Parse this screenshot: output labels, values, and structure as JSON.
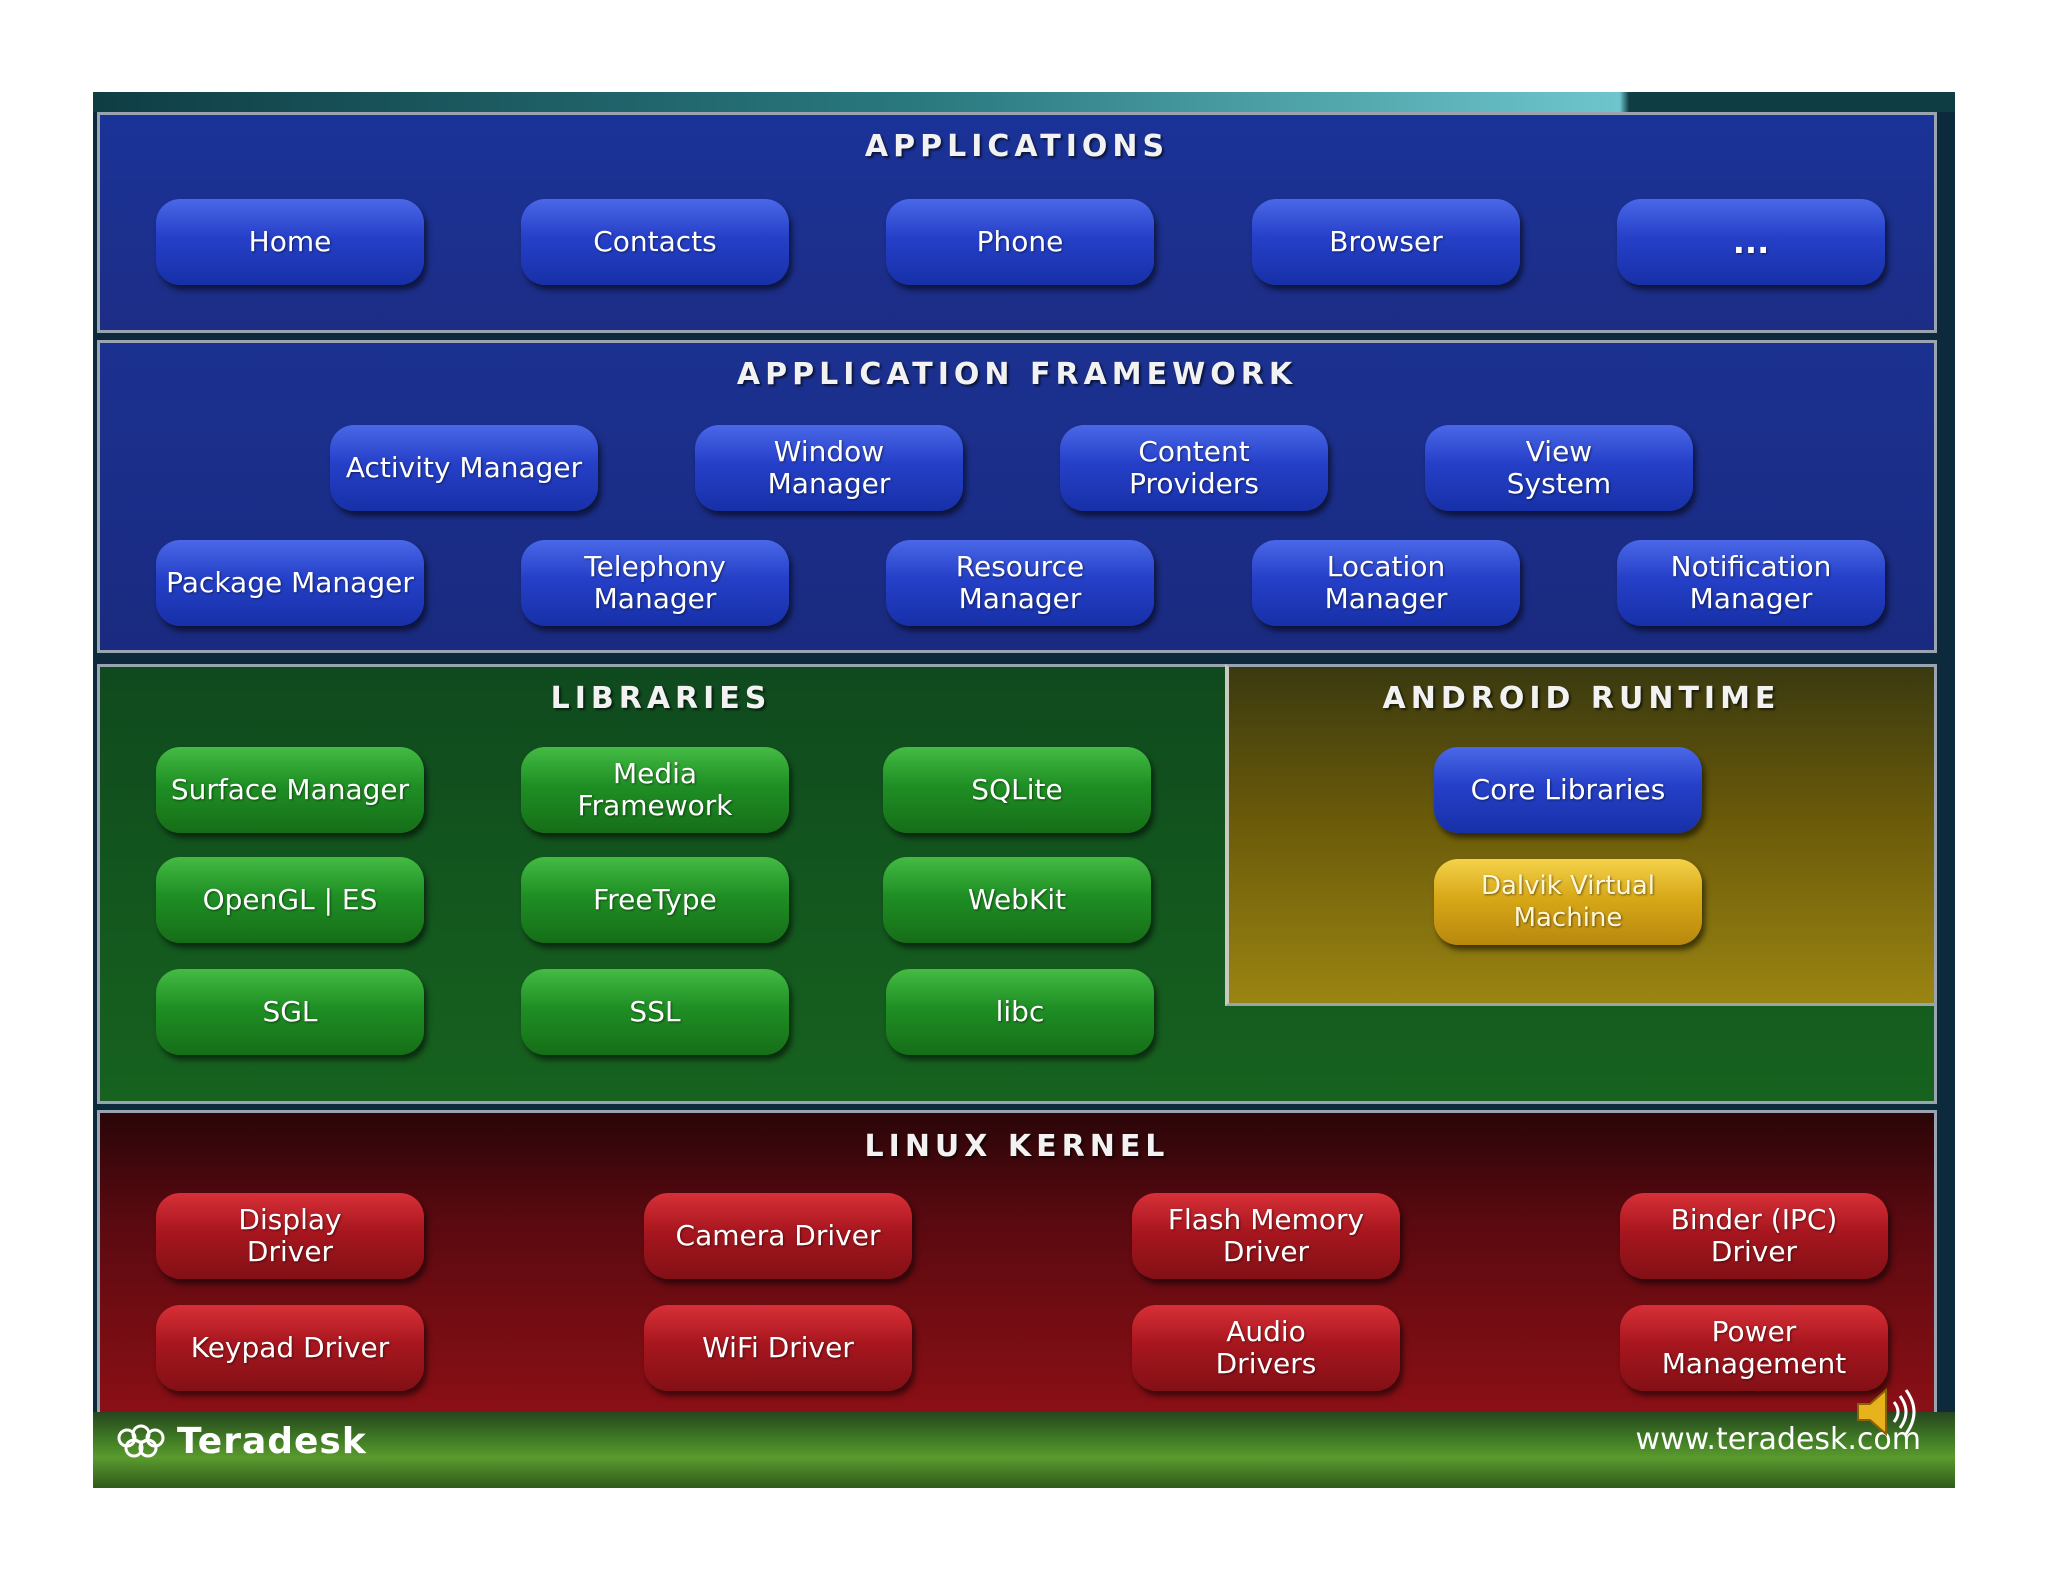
{
  "layers": {
    "applications": {
      "title": "Applications",
      "items": [
        "Home",
        "Contacts",
        "Phone",
        "Browser",
        "..."
      ]
    },
    "framework": {
      "title": "Application Framework",
      "items": [
        "Activity Manager",
        "Window\nManager",
        "Content\nProviders",
        "View\nSystem",
        "Package Manager",
        "Telephony\nManager",
        "Resource\nManager",
        "Location\nManager",
        "Notification\nManager"
      ]
    },
    "libraries": {
      "title": "Libraries",
      "items": [
        "Surface Manager",
        "Media\nFramework",
        "SQLite",
        "OpenGL | ES",
        "FreeType",
        "WebKit",
        "SGL",
        "SSL",
        "libc"
      ]
    },
    "runtime": {
      "title": "Android Runtime",
      "items": [
        "Core Libraries",
        "Dalvik Virtual\nMachine"
      ]
    },
    "kernel": {
      "title": "Linux Kernel",
      "items": [
        "Display\nDriver",
        "Camera Driver",
        "Flash Memory\nDriver",
        "Binder (IPC)\nDriver",
        "Keypad Driver",
        "WiFi Driver",
        "Audio\nDrivers",
        "Power\nManagement"
      ]
    }
  },
  "footer": {
    "logo_text": "Teradesk",
    "url": "www.teradesk.com"
  },
  "colors": {
    "applications": "#1d2f8c",
    "framework": "#1b2d88",
    "libraries": "#145a1e",
    "runtime": "#7a6a0e",
    "kernel": "#6a0a10"
  }
}
